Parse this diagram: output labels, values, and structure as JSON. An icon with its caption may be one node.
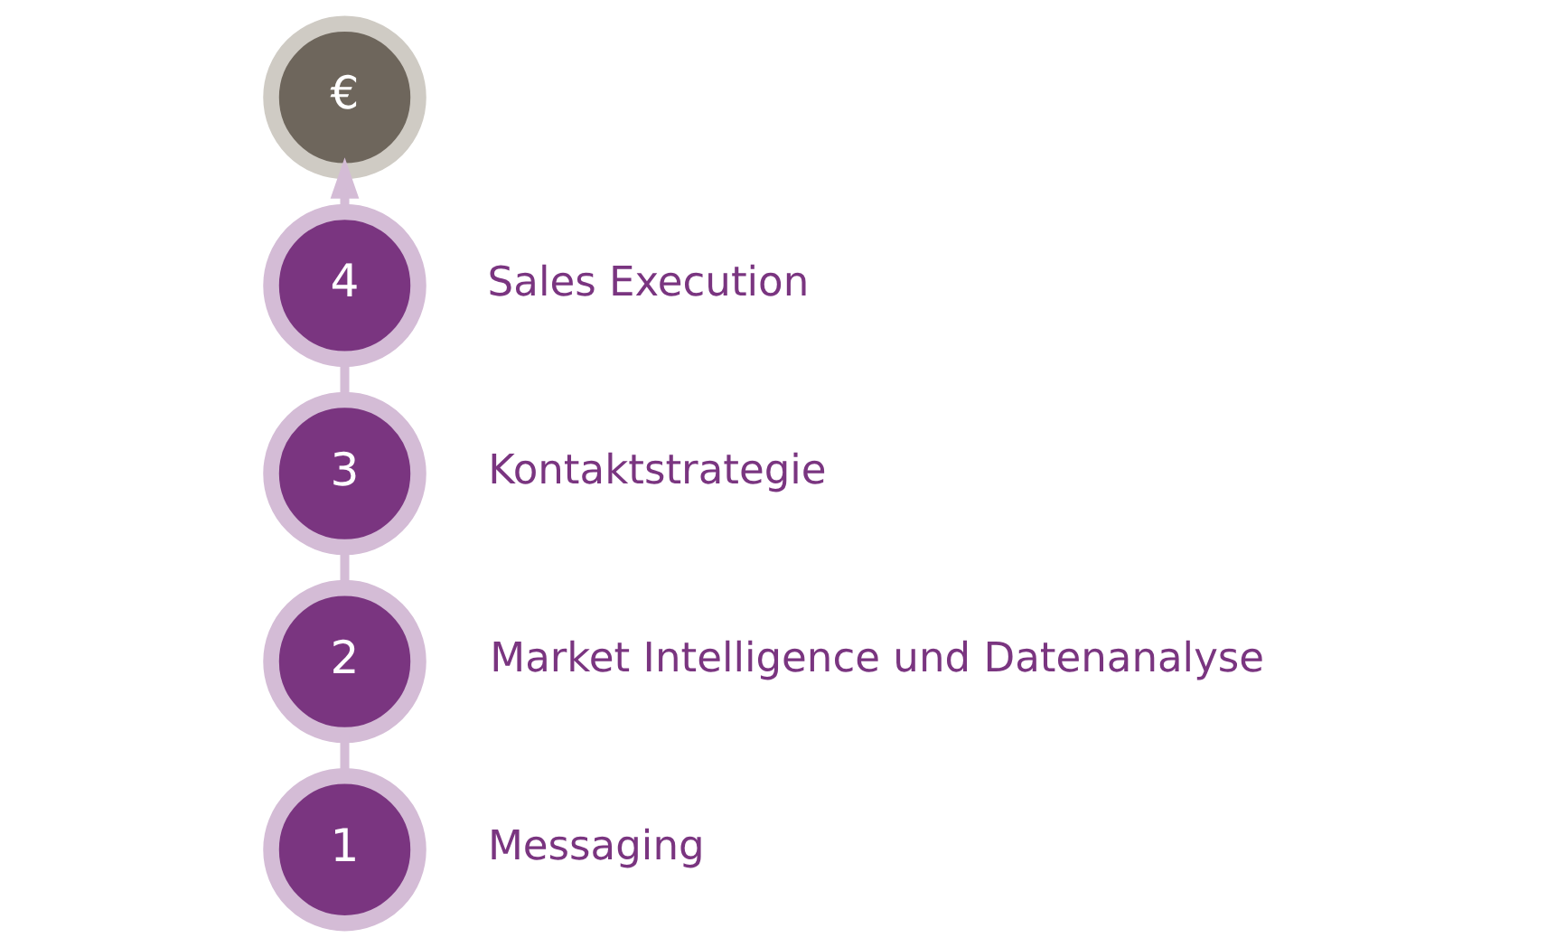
{
  "diagram": {
    "nodes": [
      {
        "text": [
          "1"
        ],
        "beside": [
          "Messaging"
        ]
      },
      {
        "text": [
          "2"
        ],
        "beside": [
          "Market Intelligence und Datenanalyse"
        ]
      },
      {
        "text": [
          "3"
        ],
        "beside": [
          "Kontaktstrategie"
        ]
      },
      {
        "text": [
          "4"
        ],
        "beside": [
          "Sales Execution"
        ]
      },
      {
        "text": [
          "€"
        ]
      }
    ],
    "edges": [
      {
        "from": 0,
        "to": 1,
        "arrow": "none"
      },
      {
        "from": 1,
        "to": 2,
        "arrow": "none"
      },
      {
        "from": 2,
        "to": 3,
        "arrow": "none"
      },
      {
        "from": 3,
        "to": 4,
        "arrow": "to"
      }
    ]
  }
}
